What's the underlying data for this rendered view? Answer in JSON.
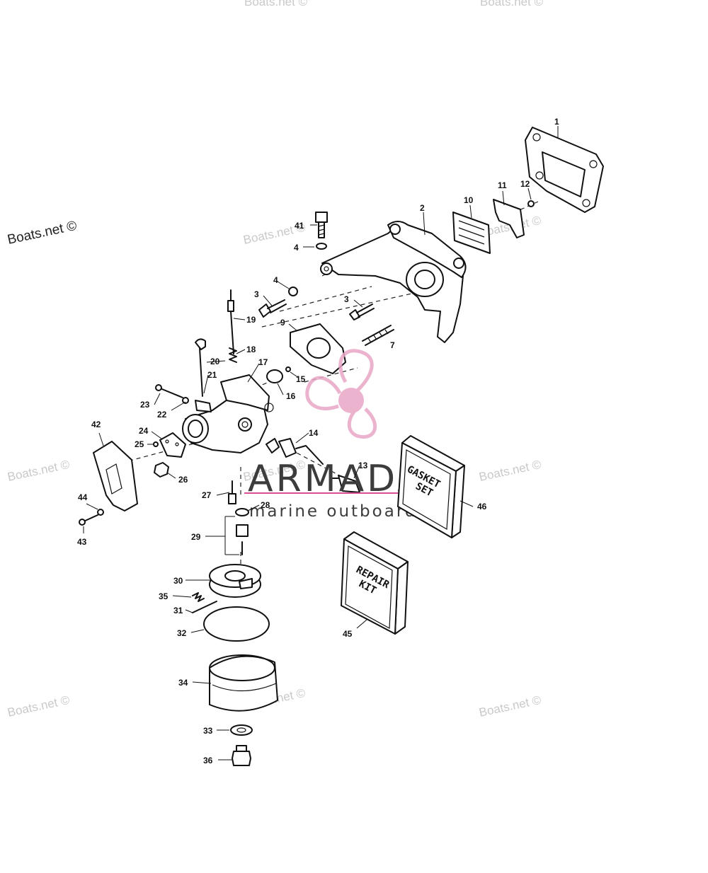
{
  "watermarks": {
    "site": "Boats.net ©"
  },
  "brand": {
    "name": "ARMADA",
    "tagline": "marine outboards",
    "color": "#e8a6c6",
    "line_color": "#d84f96"
  },
  "kits": {
    "gasket_line1": "GASKET",
    "gasket_line2": "SET",
    "repair_line1": "REPAIR",
    "repair_line2": "KIT"
  },
  "callouts": {
    "n1": "1",
    "n2": "2",
    "n3a": "3",
    "n3b": "3",
    "n4a": "4",
    "n4b": "4",
    "n7": "7",
    "n9": "9",
    "n10": "10",
    "n11": "11",
    "n12": "12",
    "n13": "13",
    "n14": "14",
    "n15": "15",
    "n16": "16",
    "n17": "17",
    "n18": "18",
    "n19": "19",
    "n20": "20",
    "n21": "21",
    "n22": "22",
    "n23": "23",
    "n24": "24",
    "n25": "25",
    "n26": "26",
    "n27": "27",
    "n28": "28",
    "n29": "29",
    "n30": "30",
    "n31": "31",
    "n32": "32",
    "n33": "33",
    "n34": "34",
    "n35": "35",
    "n36": "36",
    "n41": "41",
    "n42": "42",
    "n43": "43",
    "n44": "44",
    "n45": "45",
    "n46": "46"
  }
}
